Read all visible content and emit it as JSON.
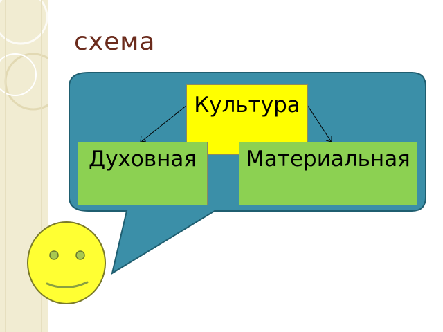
{
  "slide": {
    "title": "схема"
  },
  "diagram": {
    "root": {
      "label": "Культура"
    },
    "children": [
      {
        "id": "spiritual",
        "label": "Духовная"
      },
      {
        "id": "material",
        "label": "Материальная"
      }
    ]
  },
  "colors": {
    "title": "#6b2b1c",
    "bubble_fill": "#3b8fa8",
    "bubble_stroke": "#1f5e70",
    "root_fill": "#ffff00",
    "child_fill": "#8cd152",
    "smiley_fill": "#ffff33",
    "side_strip": "#f1ecd2"
  }
}
